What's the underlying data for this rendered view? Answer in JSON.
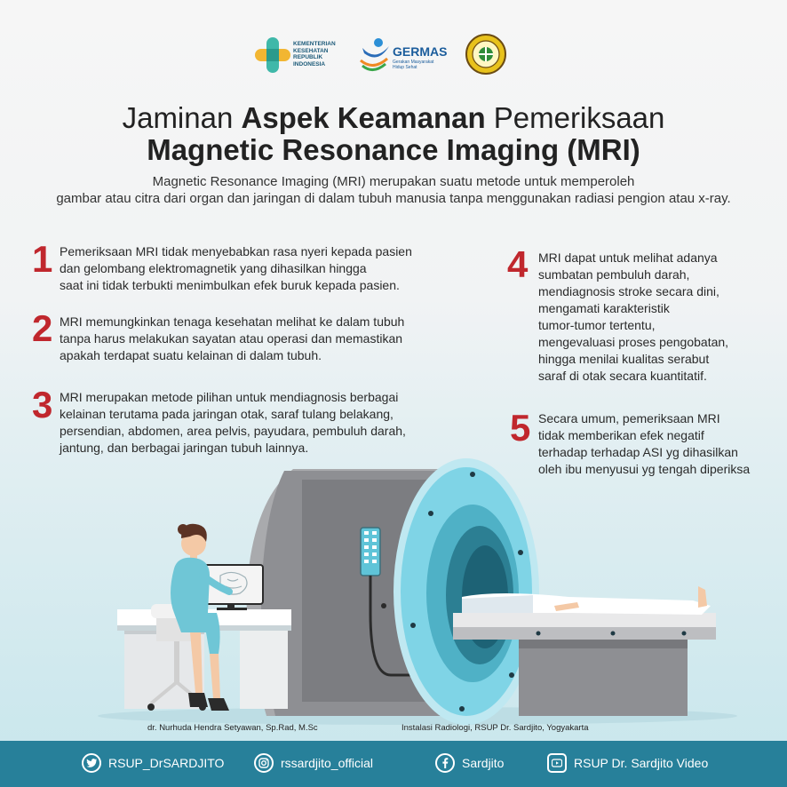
{
  "logos": {
    "kemenkes_lines": [
      "KEMENTERIAN",
      "KESEHATAN",
      "REPUBLIK",
      "INDONESIA"
    ],
    "germas_name": "GERMAS",
    "germas_tagline": "Gerakan Masyarakat Hidup Sehat"
  },
  "title": {
    "line1_regular_start": "Jaminan ",
    "line1_bold": "Aspek Keamanan",
    "line1_regular_end": " Pemeriksaan",
    "line2": "Magnetic Resonance Imaging (MRI)"
  },
  "intro": {
    "line1": "Magnetic Resonance Imaging (MRI) merupakan suatu metode untuk memperoleh",
    "line2": "gambar atau citra dari organ dan jaringan di dalam tubuh manusia tanpa menggunakan radiasi pengion atau x-ray."
  },
  "points": [
    {
      "number": "1",
      "lines": [
        "Pemeriksaan MRI tidak menyebabkan rasa nyeri kepada pasien",
        "dan gelombang elektromagnetik yang dihasilkan hingga",
        "saat ini tidak terbukti menimbulkan efek buruk kepada pasien."
      ]
    },
    {
      "number": "2",
      "lines": [
        "MRI memungkinkan tenaga kesehatan melihat ke dalam tubuh",
        "tanpa harus melakukan sayatan atau operasi dan memastikan",
        "apakah terdapat suatu kelainan di dalam tubuh."
      ]
    },
    {
      "number": "3",
      "lines": [
        "MRI merupakan metode pilihan untuk mendiagnosis berbagai",
        "kelainan terutama pada jaringan otak, saraf tulang belakang,",
        "persendian, abdomen, area pelvis, payudara, pembuluh darah,",
        "jantung, dan berbagai jaringan tubuh lainnya."
      ]
    },
    {
      "number": "4",
      "lines": [
        "MRI dapat untuk melihat adanya",
        "sumbatan pembuluh darah,",
        "mendiagnosis stroke secara dini,",
        "mengamati karakteristik",
        "tumor-tumor tertentu,",
        "mengevaluasi proses pengobatan,",
        "hingga menilai kualitas serabut",
        "saraf di otak secara kuantitatif."
      ]
    },
    {
      "number": "5",
      "lines": [
        "Secara umum, pemeriksaan MRI",
        "tidak memberikan efek negatif",
        "terhadap terhadap ASI yg dihasilkan",
        "oleh ibu menyusui yg tengah diperiksa"
      ]
    }
  ],
  "credits": {
    "author": "dr. Nurhuda Hendra Setyawan, Sp.Rad, M.Sc",
    "institution": "Instalasi Radiologi, RSUP Dr. Sardjito, Yogyakarta"
  },
  "footer": {
    "twitter": "RSUP_DrSARDJITO",
    "instagram": "rssardjito_official",
    "facebook": "Sardjito",
    "youtube": "RSUP Dr. Sardjito Video"
  },
  "colors": {
    "accent_number": "#c0272d",
    "footer_bg": "#27809a",
    "mri_ring": "#7fd4e6",
    "mri_body": "#8e8f93"
  },
  "icons": [
    "twitter-icon",
    "instagram-icon",
    "facebook-icon",
    "youtube-icon"
  ]
}
